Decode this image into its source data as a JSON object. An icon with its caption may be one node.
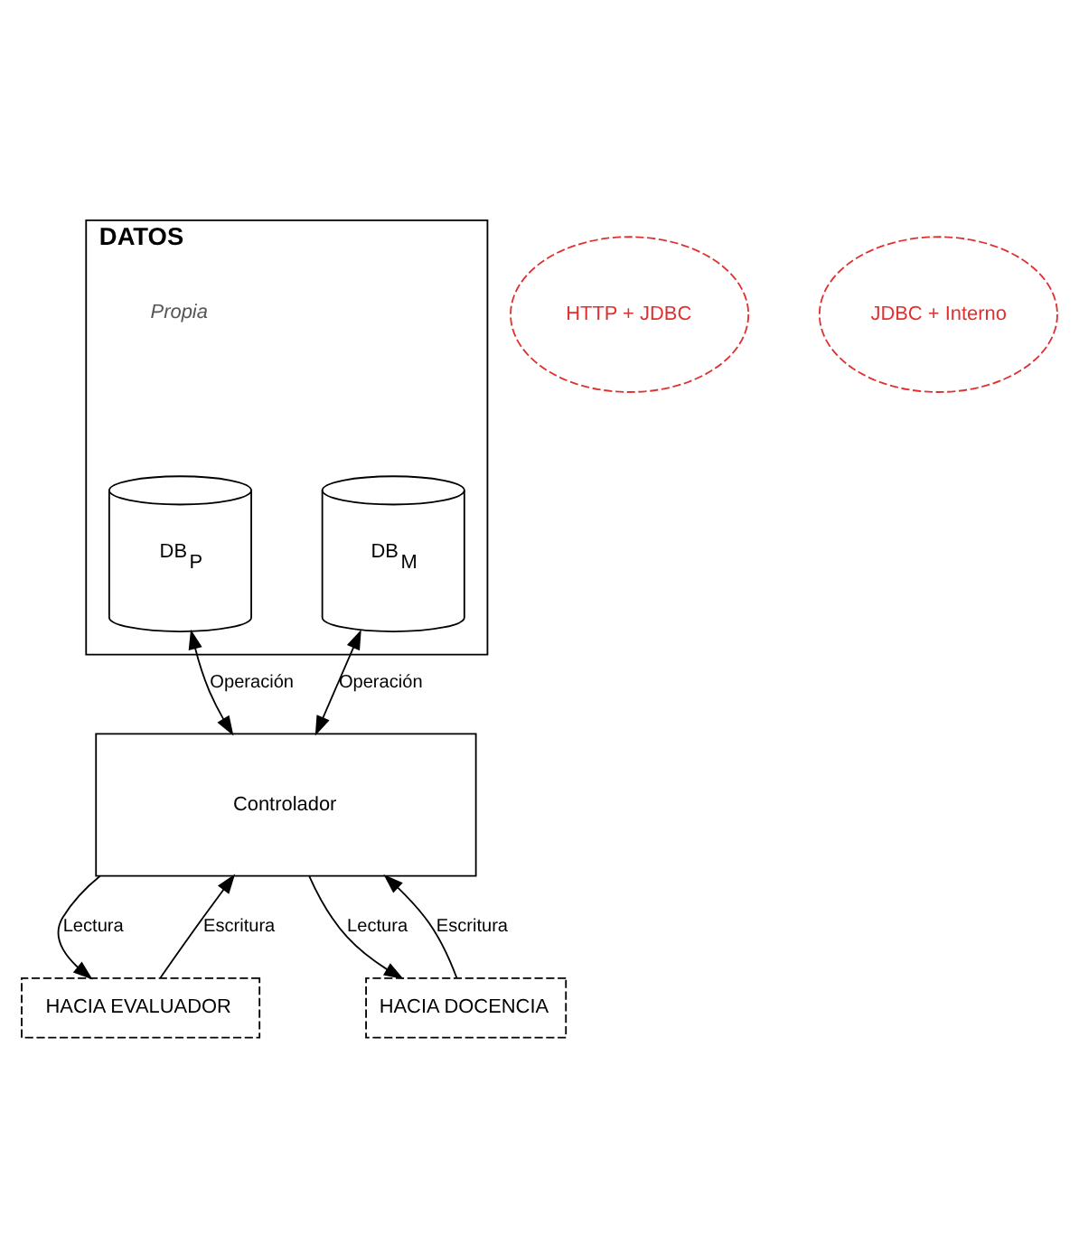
{
  "diagram": {
    "nodes": [
      {
        "text": [
          "DATOS"
        ]
      },
      {
        "text": [
          "DB$_{P}$"
        ],
        "in": 0
      },
      {
        "text": [
          "DB$_{M}$"
        ],
        "in": 0
      },
      {
        "text": [
          "Controlador"
        ]
      },
      {
        "text": [
          "HTTP + JDBC"
        ]
      },
      {
        "text": [
          "JDBC + Interno"
        ]
      },
      {
        "text": [
          "HACIA EVALUADOR"
        ]
      },
      {
        "text": [
          "HACIA DOCENCIA"
        ]
      }
    ],
    "edges": [
      {
        "from": 1,
        "to": 3,
        "arrow": "both",
        "label": "Operación"
      },
      {
        "from": 2,
        "to": 3,
        "arrow": "both",
        "label": "Operación"
      },
      {
        "from": 3,
        "to": 6,
        "arrow": "to",
        "label": "Lectura"
      },
      {
        "from": 6,
        "to": 3,
        "arrow": "to",
        "label": "Escritura"
      },
      {
        "from": 7,
        "to": 3,
        "arrow": "to",
        "label": "Escritura"
      },
      {
        "from": 3,
        "to": 7,
        "arrow": "to",
        "label": "Lectura"
      }
    ],
    "labels": [
      "Propia"
    ]
  }
}
